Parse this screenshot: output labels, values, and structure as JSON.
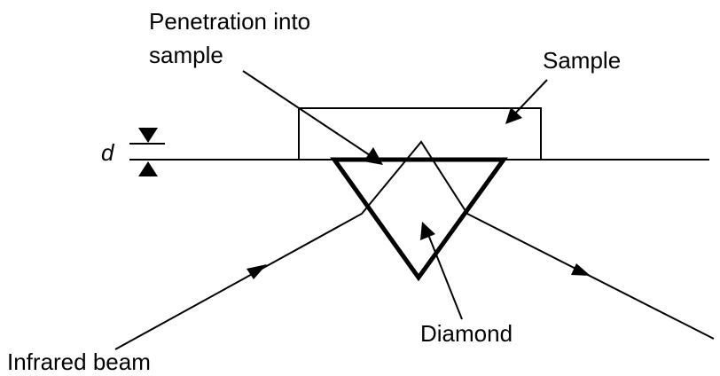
{
  "labels": {
    "penetration_line1": "Penetration into",
    "penetration_line2": "sample",
    "sample": "Sample",
    "d": "d",
    "diamond": "Diamond",
    "infrared_beam": "Infrared beam"
  },
  "colors": {
    "line": "#000000",
    "background": "#ffffff"
  }
}
